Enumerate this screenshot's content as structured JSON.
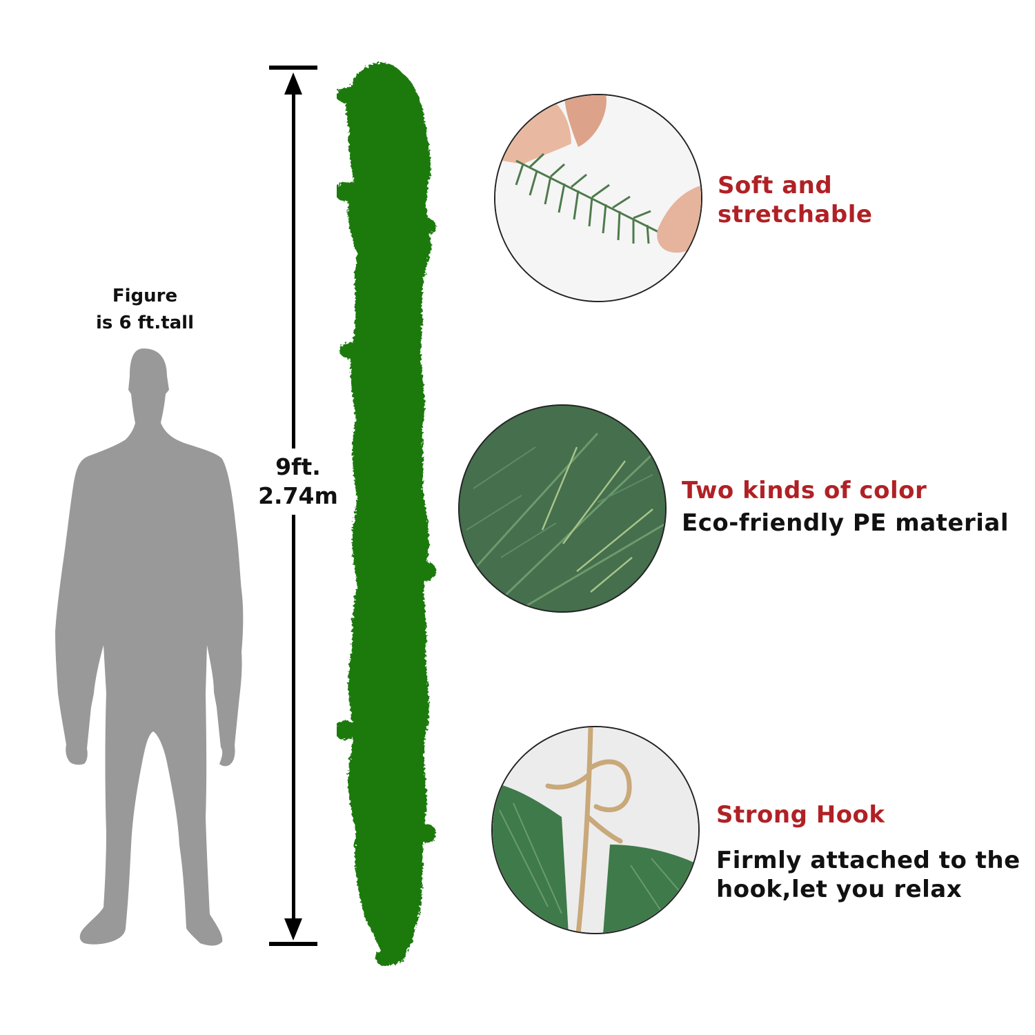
{
  "figure": {
    "caption_line1": "Figure",
    "caption_line2": "is 6 ft.tall",
    "silhouette_color": "#999999"
  },
  "dimension": {
    "line1": "9ft.",
    "line2": "2.74m",
    "arrow_color": "#000000"
  },
  "garland": {
    "color": "#1f7a0f"
  },
  "features": [
    {
      "title": "Soft and stretchable",
      "title_line1": "Soft and",
      "title_line2": "stretchable",
      "image": "hands-stretching-pine-branch"
    },
    {
      "title": "Two kinds of color",
      "description": "Eco-friendly PE material",
      "image": "pine-needle-closeup"
    },
    {
      "title": "Strong Hook",
      "description_line1": "Firmly attached to the",
      "description_line2": "hook,let you relax",
      "image": "gold-hook-with-branches"
    }
  ],
  "colors": {
    "accent_red": "#b02125",
    "text_dark": "#111111",
    "background": "#ffffff"
  }
}
